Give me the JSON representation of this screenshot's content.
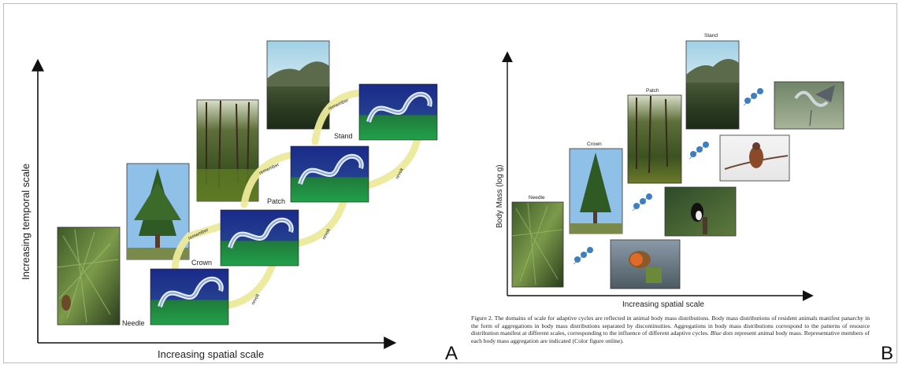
{
  "panel_a": {
    "letter": "A",
    "y_axis_label": "Increasing temporal scale",
    "x_axis_label": "Increasing spatial scale",
    "scales": [
      "Needle",
      "Crown",
      "Patch",
      "Stand"
    ],
    "cycle_labels": {
      "remember": "remember",
      "revolt": "revolt"
    }
  },
  "panel_b": {
    "letter": "B",
    "y_axis_label": "Body Mass (log g)",
    "x_axis_label": "Increasing spatial scale",
    "scales": [
      "Needle",
      "Crown",
      "Patch",
      "Stand"
    ]
  },
  "caption": {
    "lead": "Figure 2.",
    "text_1": " The domains of scale for adaptive cycles are reflected in animal body mass distributions. Body mass distributions of resident animals manifest panarchy in the form of aggregations in body mass distributions separated by discontinuities. Aggregations in body mass distributions correspond to the patterns of resource distribution manifest at different scales, corresponding to the influence of different adaptive cycles. ",
    "italic": "Blue dots",
    "text_2": " represent animal body mass. Representative members of each body mass aggregation are indicated (Color figure online)."
  },
  "colors": {
    "arrow_yellow": "#ecea9a",
    "cycle_blue": "#1f2f86",
    "cycle_green": "#1f8a3c",
    "dot_blue": "#3f7fc0"
  }
}
